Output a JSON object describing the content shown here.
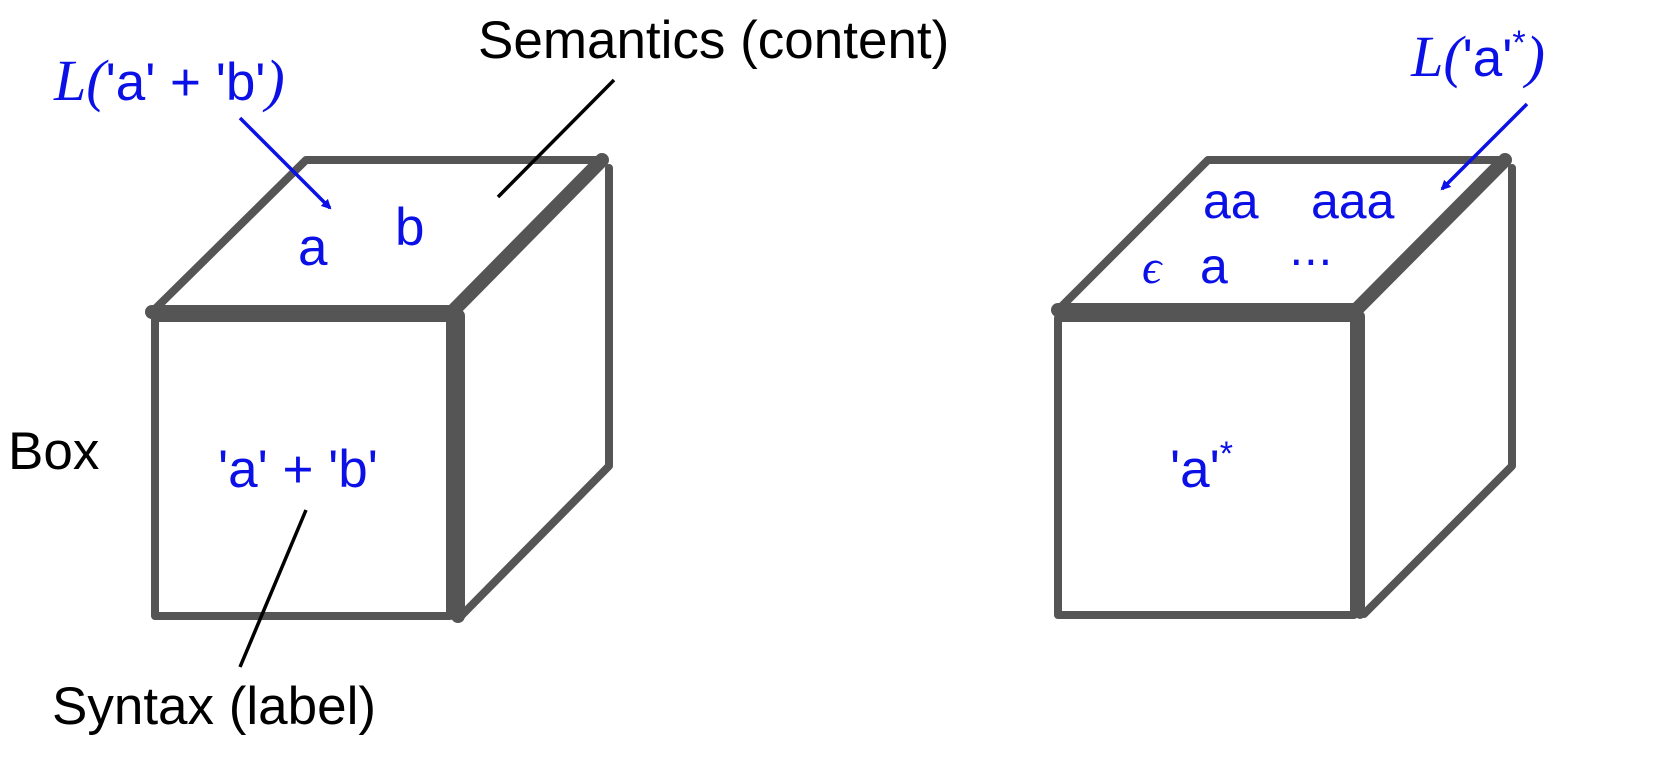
{
  "colors": {
    "box_stroke": "#555555",
    "math_blue": "#0a10e6",
    "text_black": "#000000"
  },
  "annotations": {
    "semantics": "Semantics (content)",
    "box": "Box",
    "syntax": "Syntax (label)"
  },
  "left_box": {
    "language_symbol": "L",
    "language_open": "(",
    "language_arg": "'a' + 'b'",
    "language_close": ")",
    "contents": [
      "a",
      "b"
    ],
    "label": "'a' + 'b'"
  },
  "right_box": {
    "language_symbol": "L",
    "language_open": "(",
    "language_arg": "'a'",
    "language_star": "*",
    "language_close": ")",
    "contents_row1": [
      "aa",
      "aaa"
    ],
    "epsilon": "ϵ",
    "contents_row2": [
      "a",
      "⋯"
    ],
    "label": "'a'",
    "label_star": "*"
  }
}
